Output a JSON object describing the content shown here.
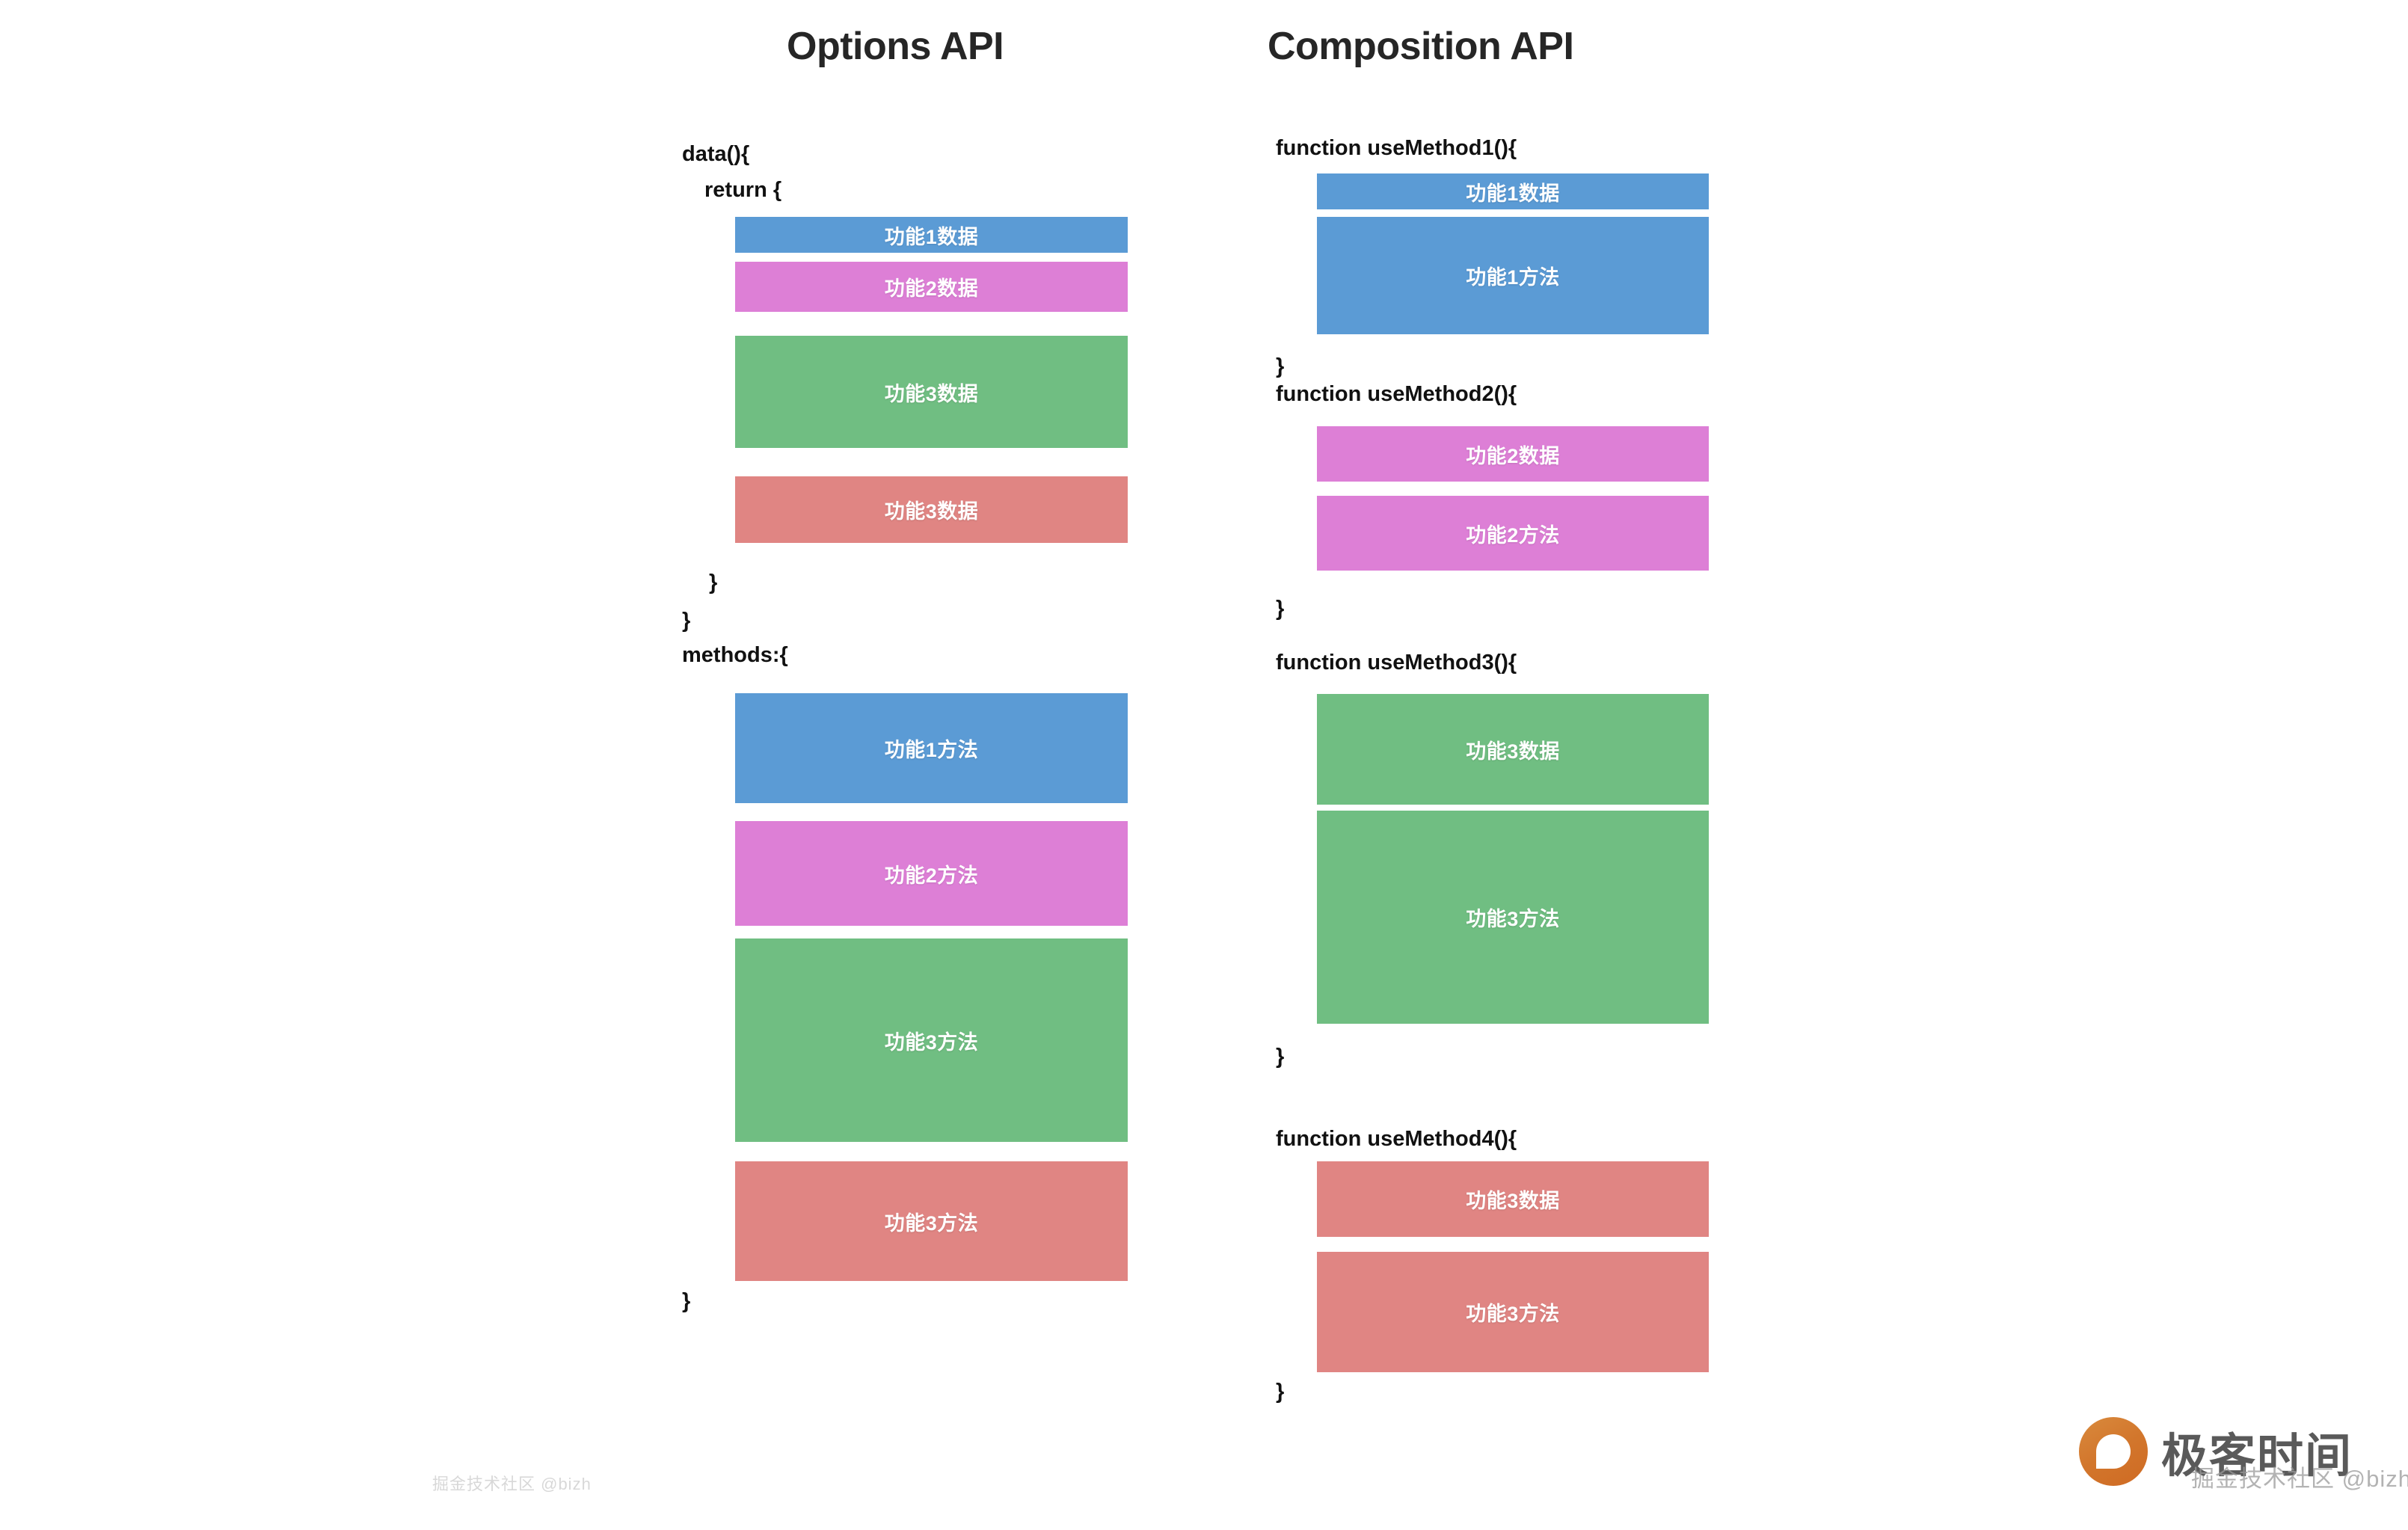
{
  "columns": {
    "left": {
      "title": "Options API",
      "code": {
        "data_open": "data(){",
        "return_open": "return {",
        "return_close": "}",
        "data_close": "}",
        "methods_open": "methods:{",
        "methods_close": "}"
      },
      "data_blocks": [
        {
          "label": "功能1数据",
          "color": "#5b9bd5"
        },
        {
          "label": "功能2数据",
          "color": "#dd7fd6"
        },
        {
          "label": "功能3数据",
          "color": "#70be82"
        },
        {
          "label": "功能3数据",
          "color": "#e08583"
        }
      ],
      "method_blocks": [
        {
          "label": "功能1方法",
          "color": "#5b9bd5"
        },
        {
          "label": "功能2方法",
          "color": "#dd7fd6"
        },
        {
          "label": "功能3方法",
          "color": "#70be82"
        },
        {
          "label": "功能3方法",
          "color": "#e08583"
        }
      ]
    },
    "right": {
      "title": "Composition API",
      "functions": [
        {
          "header": "function useMethod1(){",
          "footer": "}",
          "blocks": [
            {
              "label": "功能1数据",
              "color": "#5b9bd5"
            },
            {
              "label": "功能1方法",
              "color": "#5b9bd5"
            }
          ]
        },
        {
          "header": "function useMethod2(){",
          "footer": "}",
          "blocks": [
            {
              "label": "功能2数据",
              "color": "#dd7fd6"
            },
            {
              "label": "功能2方法",
              "color": "#dd7fd6"
            }
          ]
        },
        {
          "header": "function useMethod3(){",
          "footer": "}",
          "blocks": [
            {
              "label": "功能3数据",
              "color": "#70be82"
            },
            {
              "label": "功能3方法",
              "color": "#70be82"
            }
          ]
        },
        {
          "header": "function useMethod4(){",
          "footer": "}",
          "blocks": [
            {
              "label": "功能3数据",
              "color": "#e08583"
            },
            {
              "label": "功能3方法",
              "color": "#e08583"
            }
          ]
        }
      ]
    }
  },
  "watermarks": {
    "center": "掘金技术社区 @bizh",
    "brand_name": "极客时间",
    "brand_overlay": "掘金技术社区 @bizh"
  }
}
